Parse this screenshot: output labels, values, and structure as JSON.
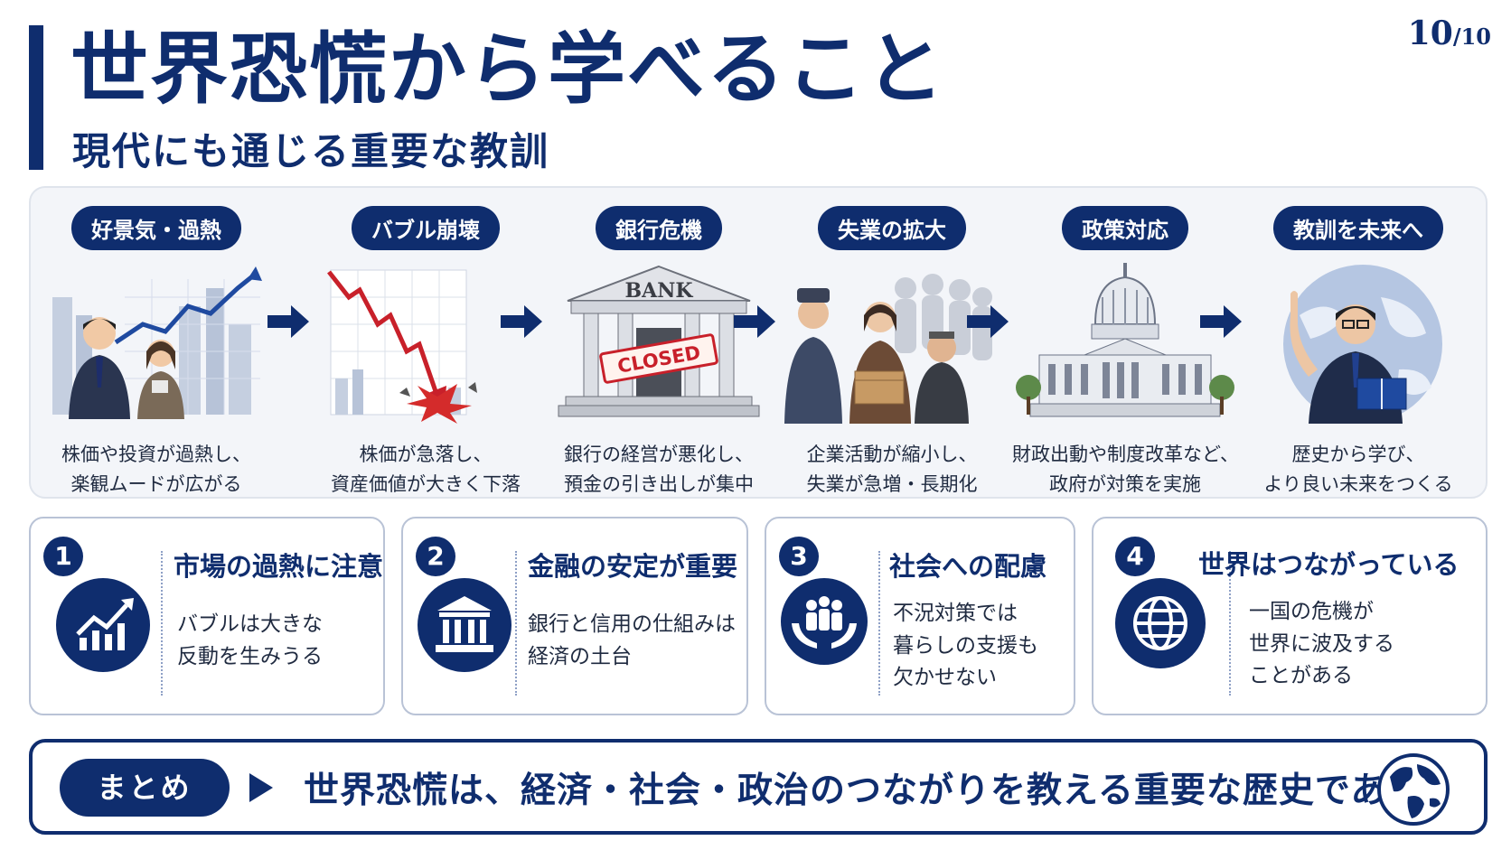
{
  "header": {
    "title": "世界恐慌から学べること",
    "subtitle": "現代にも通じる重要な教訓",
    "page_current": "10",
    "page_total": "/10"
  },
  "flow": {
    "steps": [
      {
        "label": "好景気・過熱",
        "desc_line1": "株価や投資が過熱し、",
        "desc_line2": "楽観ムードが広がる"
      },
      {
        "label": "バブル崩壊",
        "desc_line1": "株価が急落し、",
        "desc_line2": "資産価値が大きく下落"
      },
      {
        "label": "銀行危機",
        "desc_line1": "銀行の経営が悪化し、",
        "desc_line2": "預金の引き出しが集中",
        "bank_sign": "BANK",
        "closed_sign": "CLOSED"
      },
      {
        "label": "失業の拡大",
        "desc_line1": "企業活動が縮小し、",
        "desc_line2": "失業が急増・長期化"
      },
      {
        "label": "政策対応",
        "desc_line1": "財政出動や制度改革など、",
        "desc_line2": "政府が対策を実施"
      },
      {
        "label": "教訓を未来へ",
        "desc_line1": "歴史から学び、",
        "desc_line2": "より良い未来をつくる"
      }
    ]
  },
  "lessons": [
    {
      "num": "1",
      "title": "市場の過熱に注意",
      "line1": "バブルは大きな",
      "line2": "反動を生みうる",
      "line3": "",
      "icon": "growth-chart-icon"
    },
    {
      "num": "2",
      "title": "金融の安定が重要",
      "line1": "銀行と信用の仕組みは",
      "line2": "経済の土台",
      "line3": "",
      "icon": "bank-icon"
    },
    {
      "num": "3",
      "title": "社会への配慮",
      "line1": "不況対策では",
      "line2": "暮らしの支援も",
      "line3": "欠かせない",
      "icon": "people-care-icon"
    },
    {
      "num": "4",
      "title": "世界はつながっている",
      "line1": "一国の危機が",
      "line2": "世界に波及する",
      "line3": "ことがある",
      "icon": "globe-icon"
    }
  ],
  "summary": {
    "label": "まとめ",
    "text": "世界恐慌は、経済・社会・政治のつながりを教える重要な歴史である"
  },
  "colors": {
    "navy": "#0f2d6e",
    "panel": "#f3f5f9",
    "accent_red": "#c8202a"
  }
}
